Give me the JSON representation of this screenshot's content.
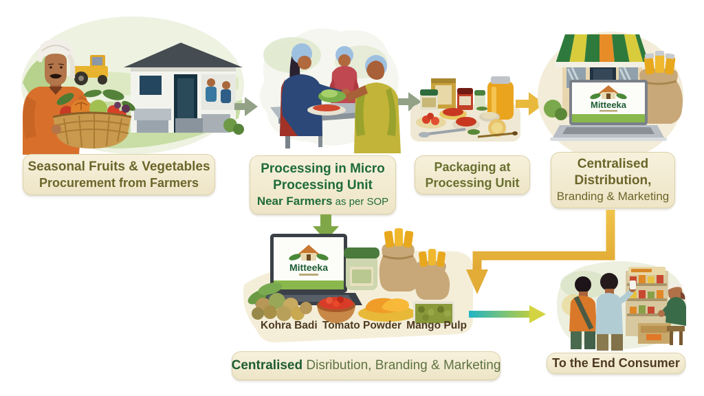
{
  "brand": {
    "name": "Mitteeka"
  },
  "boxes": {
    "procurement": {
      "line1": "Seasonal Fruits & Vegetables",
      "line2": "Procurement from Farmers"
    },
    "processing": {
      "line1": "Processing in Micro",
      "line2": "Processing Unit",
      "line3_strong": "Near Farmers",
      "line3_suffix": " as per SOP"
    },
    "packaging": {
      "line1": "Packaging at",
      "line2": "Processing Unit"
    },
    "distribution": {
      "line1": "Centralised",
      "line2": "Distribution,",
      "line3": "Branding & Marketing"
    }
  },
  "products": {
    "p1": "Kohra Badi",
    "p2": "Tomato Powder",
    "p3": "Mango Pulp"
  },
  "banner": {
    "strong": "Centralised",
    "rest": " Disribution, Branding & Marketing"
  },
  "consumer": {
    "label": "To the End Consumer"
  },
  "colors": {
    "label_bg": "#f3ecd2",
    "olive_text": "#6b652a",
    "green_text": "#1f6b3a",
    "brown_text": "#4e3a20",
    "arrow_gray": "#93a287",
    "arrow_gold": "#e8b93c",
    "arrow_green": "#7fa747",
    "arrow_teal": "#22b4c4"
  }
}
